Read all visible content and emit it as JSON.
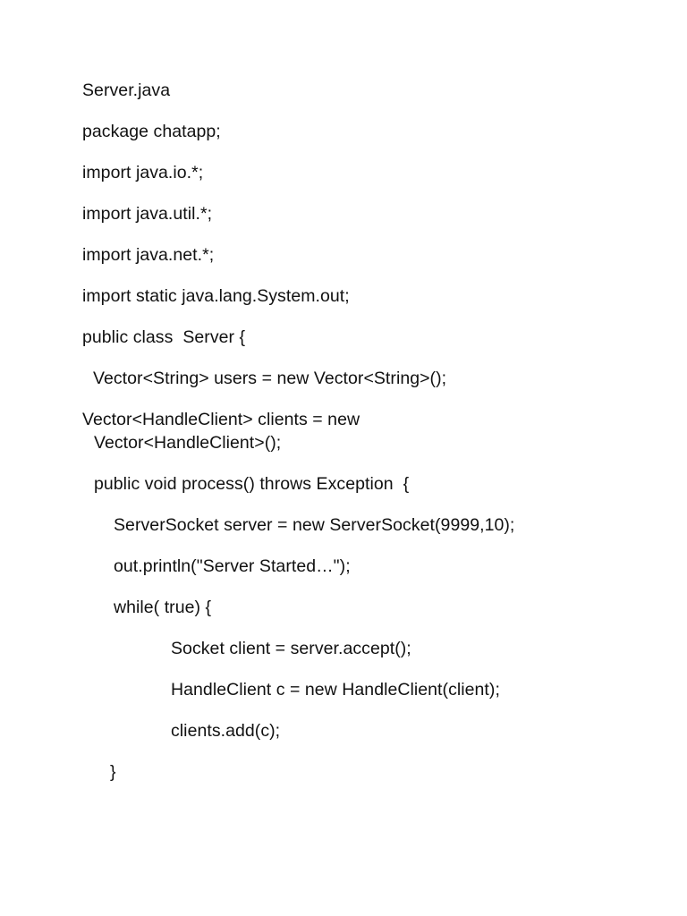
{
  "document": {
    "title": "Server.java",
    "background_color": "#ffffff",
    "text_color": "#111111",
    "lines": [
      {
        "id": "title",
        "text": "Server.java",
        "indent": 0
      },
      {
        "id": "package",
        "text": "package chatapp;",
        "indent": 0
      },
      {
        "id": "import-io",
        "text": "import java.io.*;",
        "indent": 0
      },
      {
        "id": "import-util",
        "text": "import java.util.*;",
        "indent": 0
      },
      {
        "id": "import-net",
        "text": "import java.net.*;",
        "indent": 0
      },
      {
        "id": "import-static",
        "text": "import static java.lang.System.out;",
        "indent": 0
      },
      {
        "id": "class-decl",
        "text": "public class  Server {",
        "indent": 0
      },
      {
        "id": "field-users",
        "text": "Vector<String> users = new Vector<String>();",
        "indent": 1
      },
      {
        "id": "field-clients",
        "text": "Vector<HandleClient> clients = new Vector<HandleClient>();",
        "indent": 1
      },
      {
        "id": "method-process",
        "text": "public void process() throws Exception  {",
        "indent": 2
      },
      {
        "id": "server-socket",
        "text": "ServerSocket server = new ServerSocket(9999,10);",
        "indent": 3
      },
      {
        "id": "println-started",
        "text": "out.println(\"Server Started…\");",
        "indent": 3
      },
      {
        "id": "while-true",
        "text": "while( true) {",
        "indent": 3
      },
      {
        "id": "socket-accept",
        "text": "Socket client = server.accept();",
        "indent": 4
      },
      {
        "id": "new-handleclient",
        "text": "HandleClient c = new HandleClient(client);",
        "indent": 4
      },
      {
        "id": "clients-add",
        "text": "clients.add(c);",
        "indent": 4
      },
      {
        "id": "close-brace",
        "text": "}",
        "indent": 5
      }
    ]
  }
}
